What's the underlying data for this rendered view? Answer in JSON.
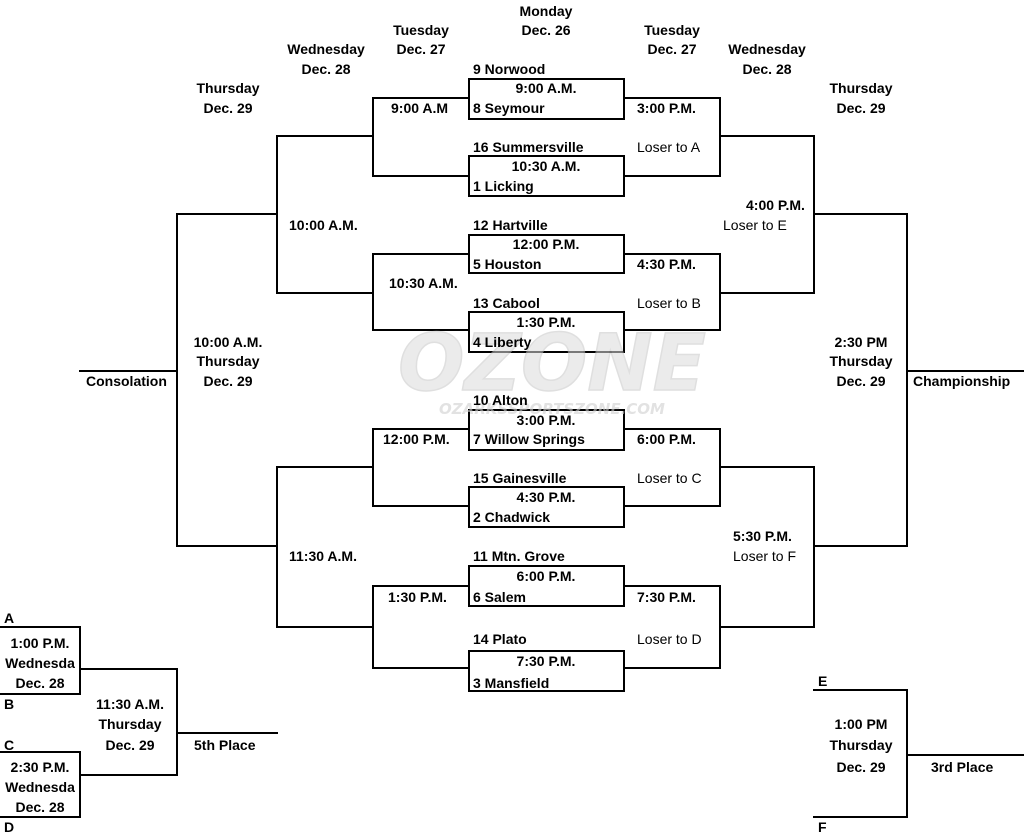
{
  "headers": {
    "center_day": "Monday",
    "center_date": "Dec. 26",
    "left_tue_day": "Tuesday",
    "left_tue_date": "Dec. 27",
    "left_wed_day": "Wednesday",
    "left_wed_date": "Dec. 28",
    "left_thu_day": "Thursday",
    "left_thu_date": "Dec. 29",
    "right_tue_day": "Tuesday",
    "right_tue_date": "Dec. 27",
    "right_wed_day": "Wednesday",
    "right_wed_date": "Dec. 28",
    "right_thu_day": "Thursday",
    "right_thu_date": "Dec. 29"
  },
  "first_round": [
    {
      "top": "9 Norwood",
      "time": "9:00 A.M.",
      "bottom": "8 Seymour"
    },
    {
      "top": "16 Summersville",
      "time": "10:30 A.M.",
      "bottom": "1 Licking"
    },
    {
      "top": "12 Hartville",
      "time": "12:00 P.M.",
      "bottom": "5 Houston"
    },
    {
      "top": "13 Cabool",
      "time": "1:30 P.M.",
      "bottom": "4 Liberty"
    },
    {
      "top": "10 Alton",
      "time": "3:00 P.M.",
      "bottom": "7 Willow Springs"
    },
    {
      "top": "15 Gainesville",
      "time": "4:30 P.M.",
      "bottom": "2 Chadwick"
    },
    {
      "top": "11 Mtn. Grove",
      "time": "6:00 P.M.",
      "bottom": "6 Salem"
    },
    {
      "top": "14 Plato",
      "time": "7:30 P.M.",
      "bottom": "3 Mansfield"
    }
  ],
  "left_side": {
    "cons_r1": [
      "9:00 A.M",
      "10:30 A.M.",
      "12:00 P.M.",
      "1:30 P.M."
    ],
    "cons_r2": [
      "10:00 A.M.",
      "11:30 A.M."
    ],
    "cons_final_time": "10:00 A.M.",
    "cons_final_day": "Thursday",
    "cons_final_date": "Dec. 29",
    "consolation": "Consolation"
  },
  "right_side": {
    "champ_r1": [
      "3:00 P.M.",
      "4:30 P.M.",
      "6:00 P.M.",
      "7:30 P.M."
    ],
    "loser_notes": [
      "Loser to A",
      "Loser to B",
      "Loser to C",
      "Loser to D"
    ],
    "semi_1_time": "4:00 P.M.",
    "semi_1_note": "Loser to E",
    "semi_2_time": "5:30 P.M.",
    "semi_2_note": "Loser to F",
    "final_time": "2:30 PM",
    "final_day": "Thursday",
    "final_date": "Dec. 29",
    "championship": "Championship"
  },
  "fifth_place": {
    "label_a": "A",
    "label_b": "B",
    "label_c": "C",
    "label_d": "D",
    "game1_time": "1:00 P.M.",
    "game1_day": "Wednesda",
    "game1_date": "Dec. 28",
    "game2_time": "2:30 P.M.",
    "game2_day": "Wednesda",
    "game2_date": "Dec. 28",
    "final_time": "11:30 A.M.",
    "final_day": "Thursday",
    "final_date": "Dec. 29",
    "title": "5th Place"
  },
  "third_place": {
    "label_e": "E",
    "label_f": "F",
    "time": "1:00 PM",
    "day": "Thursday",
    "date": "Dec. 29",
    "title": "3rd Place"
  },
  "watermark": {
    "brand": "OZONE",
    "url": "OZARKSSPORTSZONE.COM",
    "color": "#b0b0b0"
  }
}
